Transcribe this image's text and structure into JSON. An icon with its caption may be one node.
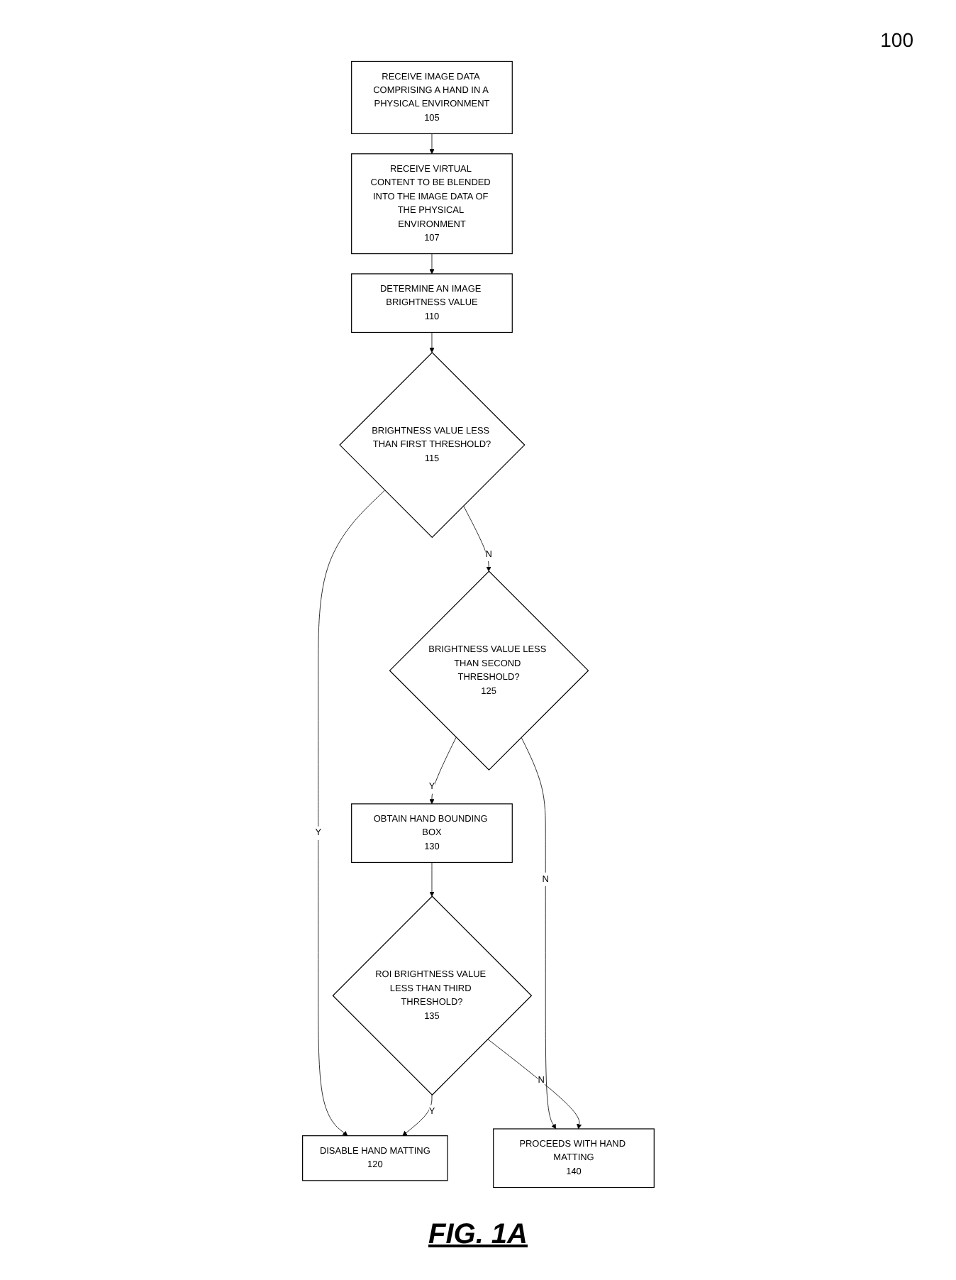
{
  "diagram": {
    "caption": "FIG. 1A",
    "nodes": [
      {
        "text": [
          "RECEIVE IMAGE DATA COMPRISING A HAND IN A PHYSICAL ENVIRONMENT",
          "105"
        ]
      },
      {
        "text": [
          "RECEIVE VIRTUAL CONTENT TO BE BLENDED INTO THE IMAGE DATA OF THE PHYSICAL ENVIRONMENT",
          "107"
        ]
      },
      {
        "text": [
          "DETERMINE AN IMAGE BRIGHTNESS VALUE",
          "110"
        ]
      },
      {
        "text": [
          "BRIGHTNESS VALUE LESS THAN FIRST THRESHOLD?",
          "115"
        ]
      },
      {
        "text": [
          "BRIGHTNESS VALUE LESS THAN SECOND THRESHOLD?",
          "125"
        ]
      },
      {
        "text": [
          "OBTAIN HAND BOUNDING BOX",
          "130"
        ]
      },
      {
        "text": [
          "DISABLE HAND MATTING",
          "120"
        ]
      },
      {
        "text": [
          "ROI BRIGHTNESS VALUE LESS THAN THIRD THRESHOLD?",
          "135"
        ]
      },
      {
        "text": [
          "PROCEEDS WITH HAND MATTING",
          "140"
        ]
      }
    ],
    "edges": [
      {
        "from": 0,
        "to": 1,
        "arrow": "to"
      },
      {
        "from": 1,
        "to": 2,
        "arrow": "to"
      },
      {
        "from": 2,
        "to": 3,
        "arrow": "to"
      },
      {
        "from": 3,
        "to": 4,
        "arrow": "to",
        "label": "N"
      },
      {
        "from": 3,
        "to": 6,
        "arrow": "to",
        "label": "Y"
      },
      {
        "from": 4,
        "to": 5,
        "arrow": "to",
        "label": "Y"
      },
      {
        "from": 4,
        "to": 8,
        "arrow": "to",
        "label": "N"
      },
      {
        "from": 5,
        "to": 7,
        "arrow": "to"
      },
      {
        "from": 7,
        "to": 6,
        "arrow": "to",
        "label": "Y"
      },
      {
        "from": 7,
        "to": 8,
        "arrow": "to",
        "label": "N"
      }
    ],
    "labels": [
      "100"
    ]
  }
}
